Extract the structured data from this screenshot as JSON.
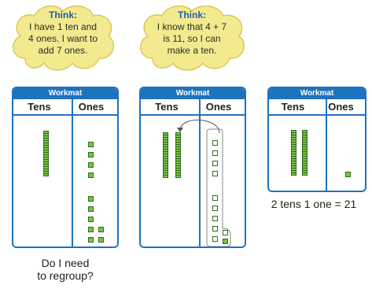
{
  "clouds": [
    {
      "heading": "Think:",
      "lines": [
        "I have 1 ten and",
        "4 ones. I want to",
        "add 7 ones."
      ]
    },
    {
      "heading": "Think:",
      "lines": [
        "I know that 4 + 7",
        "is 11, so I can",
        "make a ten."
      ]
    }
  ],
  "workmats": [
    {
      "title": "Workmat",
      "tens_label": "Tens",
      "ones_label": "Ones"
    },
    {
      "title": "Workmat",
      "tens_label": "Tens",
      "ones_label": "Ones"
    },
    {
      "title": "Workmat",
      "tens_label": "Tens",
      "ones_label": "Ones"
    }
  ],
  "captions": {
    "question_line1": "Do I need",
    "question_line2": "to regroup?",
    "result": "2 tens 1 one = 21"
  },
  "colors": {
    "workmat_blue": "#1e73be",
    "cloud_fill": "#f3ea8f",
    "block_green": "#7cc242"
  }
}
